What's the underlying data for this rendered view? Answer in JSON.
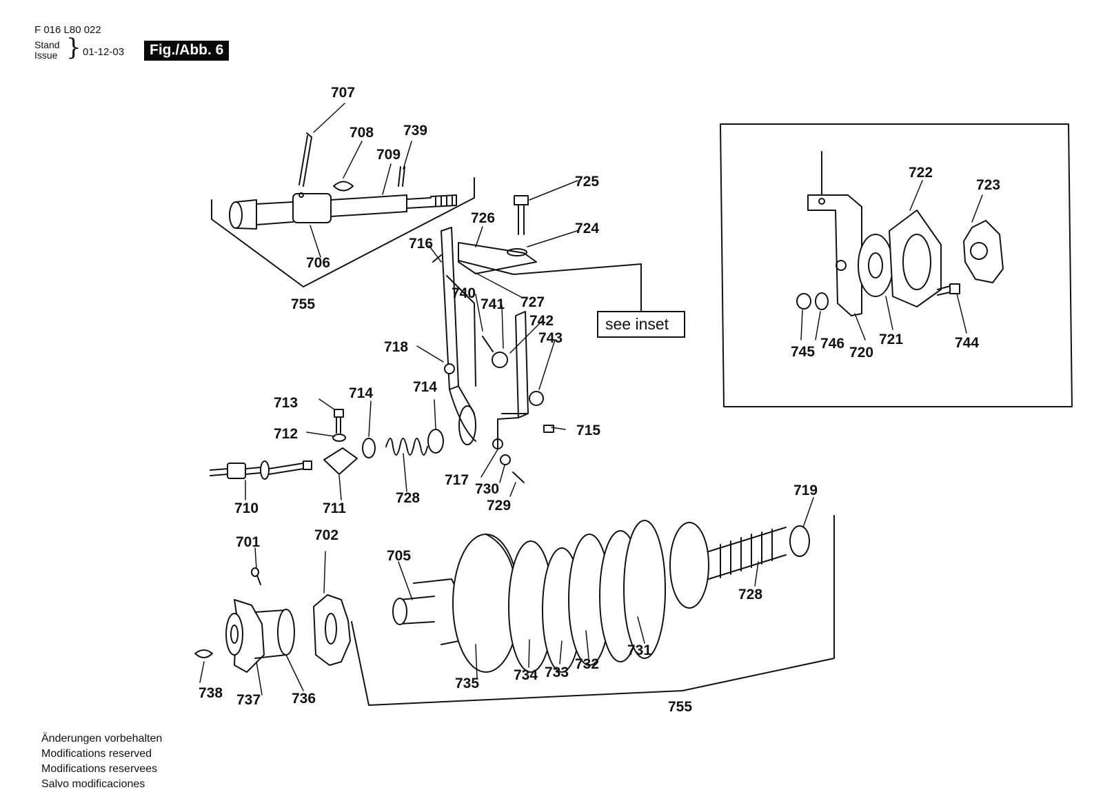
{
  "header": {
    "doc_number": "F 016 L80 022",
    "stand_label": "Stand",
    "issue_label": "Issue",
    "brace": "}",
    "issue_date": "01-12-03",
    "figure_label": "Fig./Abb. 6"
  },
  "inset_note": "see inset",
  "part_labels": {
    "p701": "701",
    "p702": "702",
    "p705": "705",
    "p706": "706",
    "p707": "707",
    "p708": "708",
    "p709": "709",
    "p710": "710",
    "p711": "711",
    "p712": "712",
    "p713": "713",
    "p714a": "714",
    "p714b": "714",
    "p715": "715",
    "p716": "716",
    "p717": "717",
    "p718": "718",
    "p719": "719",
    "p720": "720",
    "p721": "721",
    "p722": "722",
    "p723": "723",
    "p724": "724",
    "p725": "725",
    "p726": "726",
    "p727": "727",
    "p728a": "728",
    "p728b": "728",
    "p729": "729",
    "p730": "730",
    "p731": "731",
    "p732": "732",
    "p733": "733",
    "p734": "734",
    "p735": "735",
    "p736": "736",
    "p737": "737",
    "p738": "738",
    "p739": "739",
    "p740": "740",
    "p741": "741",
    "p742": "742",
    "p743": "743",
    "p744": "744",
    "p745": "745",
    "p746": "746",
    "p755a": "755",
    "p755b": "755"
  },
  "footer": {
    "line_de": "Änderungen vorbehalten",
    "line_en": "Modifications reserved",
    "line_fr": "Modifications reservees",
    "line_es": "Salvo modificaciones"
  }
}
